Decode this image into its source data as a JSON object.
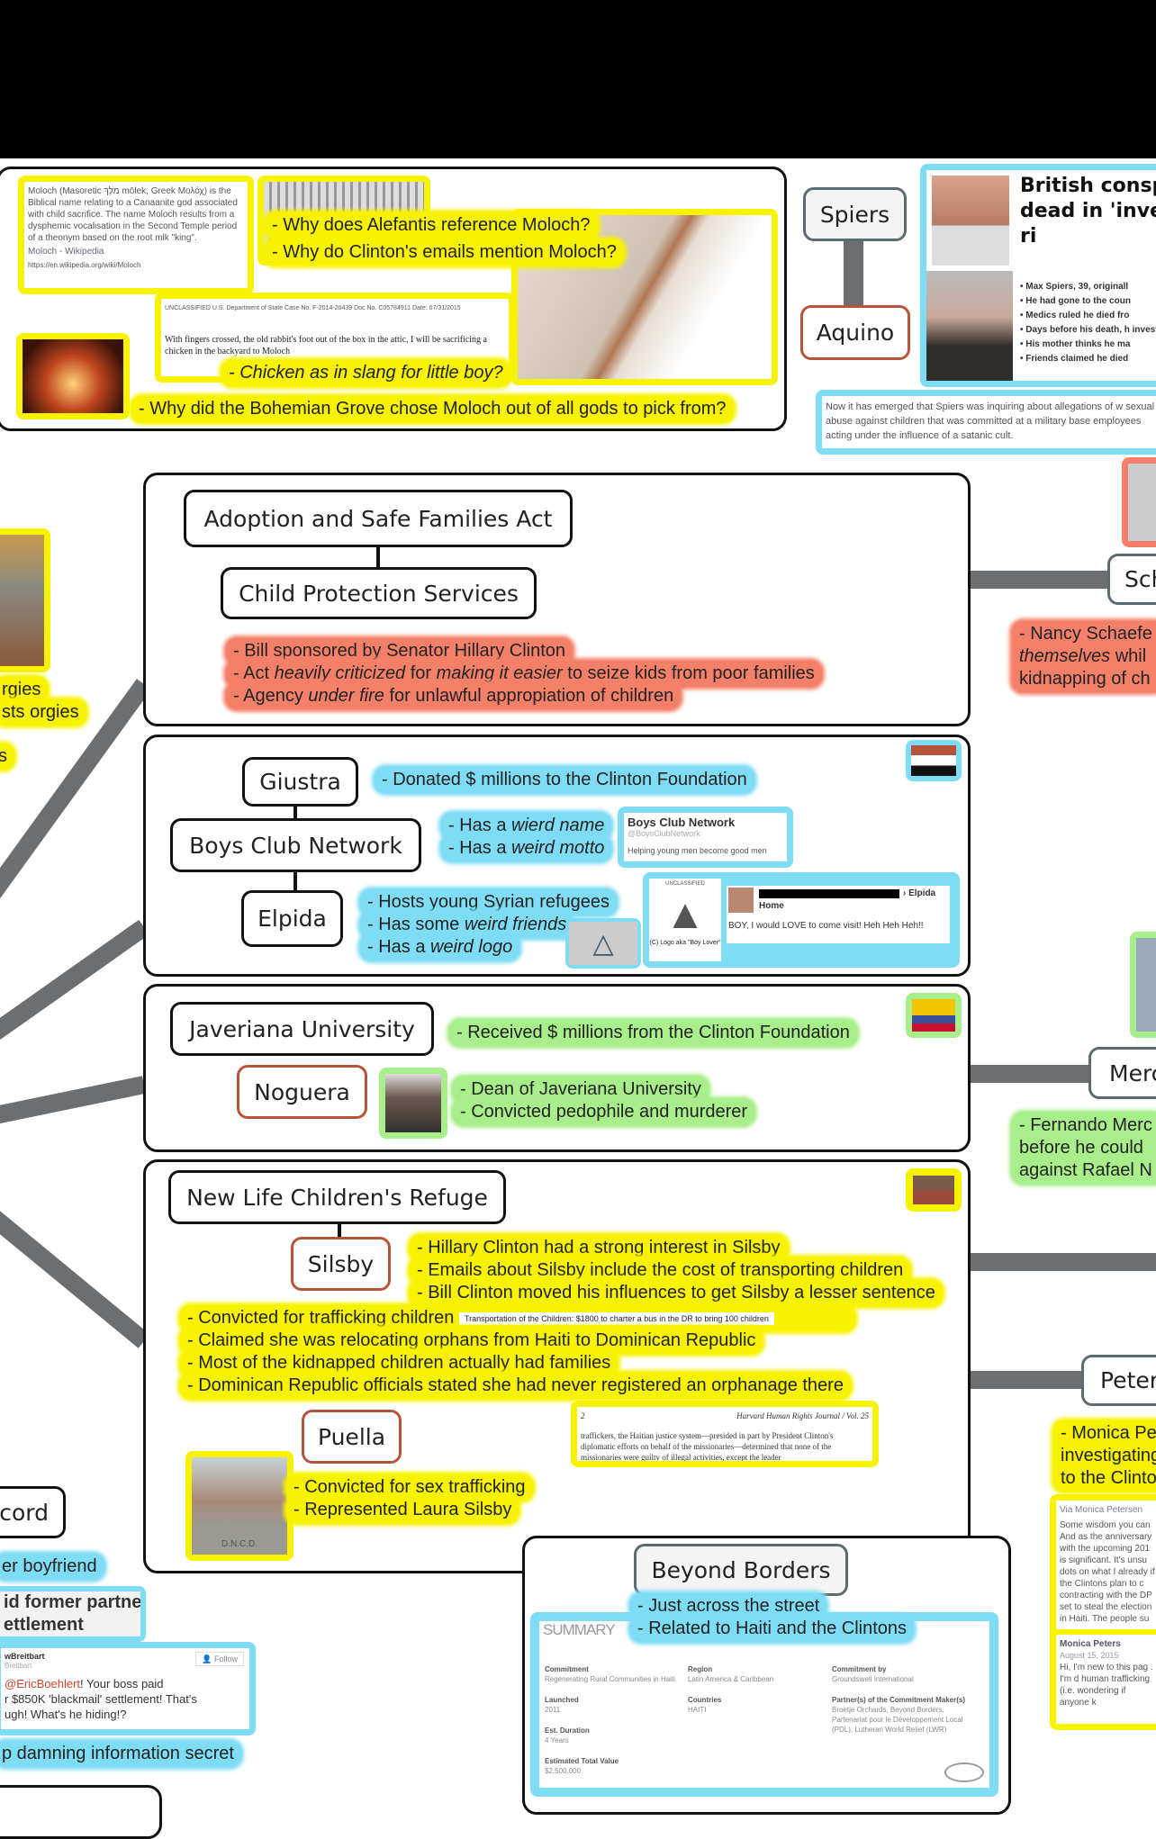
{
  "moloch": {
    "wiki_text": "Moloch (Masoretic מֹלֶךְ mōlek, Greek Μολόχ) is the Biblical name relating to a Canaanite god associated with child sacrifice. The name Moloch results from a dysphemic vocalisation in the Second Temple period of a theonym based on the root mlk \"king\".",
    "wiki_link": "Moloch - Wikipedia",
    "wiki_url": "https://en.wikipedia.org/wiki/Moloch",
    "email_header": "UNCLASSIFIED U.S. Department of State Case No. F-2014-20439 Doc No. C05784911 Date: 07/31/2015",
    "email_text": "With fingers crossed, the old rabbit's foot out of the box in the attic, I will be sacrificing a chicken in the backyard to Moloch",
    "q1": "- Why does Alefantis reference Moloch?",
    "q2": "- Why do Clinton's emails mention Moloch?",
    "q3": "- Chicken as in slang for little boy?",
    "q4": "- Why did the Bohemian Grove chose Moloch out of all gods to pick from?"
  },
  "spiers": {
    "node1": "Spiers",
    "node2": "Aquino",
    "headline": "British conspiracy theorist found dead in 'investigating pedophilia ri",
    "bullets": [
      "Max Spiers, 39, originall",
      "He had gone to the coun",
      "Medics ruled he died fro",
      "Days before his death, h investigate'",
      "His mother thinks he ma",
      "Friends claimed he died"
    ],
    "excerpt": "Now it has emerged that Spiers was inquiring about allegations of w sexual abuse against children that was committed at a military base employees acting under the influence of a satanic cult."
  },
  "adoption": {
    "title": "Adoption and Safe Families Act",
    "sub": "Child Protection Services",
    "n1": "- Bill sponsored by Senator Hillary Clinton",
    "n2a": "- Act ",
    "n2b": "heavily criticized",
    "n2c": " for ",
    "n2d": "making it easier",
    "n2e": " to seize kids from poor families",
    "n3a": "- Agency ",
    "n3b": "under fire",
    "n3c": " for unlawful appropiation of children"
  },
  "schaefer": {
    "node": "Sch",
    "n1": "- Nancy Schaefe",
    "n2a": "themselves",
    "n2b": " whil",
    "n3": "kidnapping of ch"
  },
  "boys": {
    "giustra": "Giustra",
    "bcn": "Boys Club Network",
    "elpida": "Elpida",
    "donated": "- Donated $ millions to the Clinton Foundation",
    "w1a": "- Has a ",
    "w1b": "wierd name",
    "w2a": "- Has a ",
    "w2b": "weird motto",
    "tw_name": "Boys Club Network",
    "tw_handle": "@BoysClubNetwork",
    "tw_motto": "Helping young men become good men",
    "e1": "- Hosts young Syrian refugees",
    "e2a": "- Has some ",
    "e2b": "weird friends",
    "e3a": "- Has a ",
    "e3b": "weird logo",
    "logo_caption": "(C) Logo aka \"Boy Lover\"",
    "logo_top": "UNCLASSIFIED",
    "fb_target": "› Elpida",
    "fb_home": "Home",
    "fb_text": "BOY, I would LOVE to come visit! Heh Heh Heh!!"
  },
  "javeriana": {
    "title": "Javeriana University",
    "node": "Noguera",
    "received": "- Received $ millions from the Clinton Foundation",
    "d1": "- Dean of Javeriana University",
    "d2": "- Convicted pedophile and murderer"
  },
  "mercado": {
    "node": "Merc",
    "n1": "- Fernando Merc",
    "n2": "before he could",
    "n3": "against Rafael N"
  },
  "newlife": {
    "title": "New Life Children's Refuge",
    "silsby": "Silsby",
    "puella": "Puella",
    "s1": "- Hillary Clinton had a strong interest in Silsby",
    "s2": "- Emails about Silsby include the cost of transporting children",
    "s3": "- Bill Clinton moved his influences to get Silsby a lesser sentence",
    "c1": "- Convicted for trafficking children",
    "c1_doc": "Transportation of the Children: $1800 to charter a bus in the DR to bring 100 children",
    "c2": "- Claimed she was relocating orphans from Haiti to Dominican Republic",
    "c3": "- Most of the kidnapped children actually had families",
    "c4": "- Dominican Republic officials stated she had never registered an orphanage there",
    "harvard_page": "2",
    "harvard_title": "Harvard Human Rights Journal / Vol. 25",
    "harvard_text": "traffickers, the Haitian justice system—presided in part by President Clinton's diplomatic efforts on behalf of the missionaries—determined that none of the missionaries were guilty of illegal activities, except the leader",
    "p1": "- Convicted for sex trafficking",
    "p2": "- Represented Laura Silsby",
    "mug_label": "D.N.C.D."
  },
  "petersen": {
    "node": "Peter",
    "n1": "- Monica Pe",
    "n2": "investigating",
    "n3": "to the Clinto",
    "via": "Via Monica Petersen",
    "post": "Some wisdom you can And as the anniversary with the upcoming 201 is significant. It's unsu dots on what I already if the Clintons plan to c contracting with the DP set to steal the election in Haiti. The people su",
    "author": "Monica Peters",
    "date": "August 15, 2015",
    "comment": "Hi, I'm new to this pag . I'm d human trafficking (i.e. wondering if anyone k"
  },
  "left": {
    "orgies1": "rgies",
    "orgies2": "sts orgies",
    "s": "s",
    "record": "cord",
    "boyfriend": "er boyfriend",
    "partner1": "id former partner",
    "partner2": "ettlement",
    "tw_user": "wBreitbart",
    "tw_handle": "Breitbart",
    "tw_follow": "Follow",
    "tw_mention": "@EricBoehlert",
    "tw_text1": "! Your boss paid",
    "tw_text2": "r $850K 'blackmail' settlement! That's",
    "tw_text3": "ugh! What's he hiding!?",
    "damning": "p damning information secret"
  },
  "beyond": {
    "title": "Beyond Borders",
    "n1": "- Just across the street",
    "n2": "- Related to Haiti and the Clintons",
    "summary": "SUMMARY",
    "fields": [
      {
        "label": "Commitment",
        "value": "Regenerating Rural Communities in Haiti"
      },
      {
        "label": "Region",
        "value": "Latin America & Caribbean"
      },
      {
        "label": "Commitment by",
        "value": "Groundswell International"
      },
      {
        "label": "Launched",
        "value": "2011"
      },
      {
        "label": "Countries",
        "value": "HAITI"
      },
      {
        "label": "Partner(s) of the Commitment Maker(s)",
        "value": "Broetje Orchards, Beyond Borders, Partenariat pour le Développement Local (PDL), Lutheran World Relief (LWR)"
      },
      {
        "label": "Est. Duration",
        "value": "4 Years"
      },
      {
        "label": "Estimated Total Value",
        "value": "$2,500,000"
      }
    ]
  },
  "colors": {
    "yellow": "#f7f200",
    "cyan": "#7fdcf5",
    "red": "#f5806a",
    "green": "#a8ee8a",
    "connector": "#6b6f71"
  }
}
